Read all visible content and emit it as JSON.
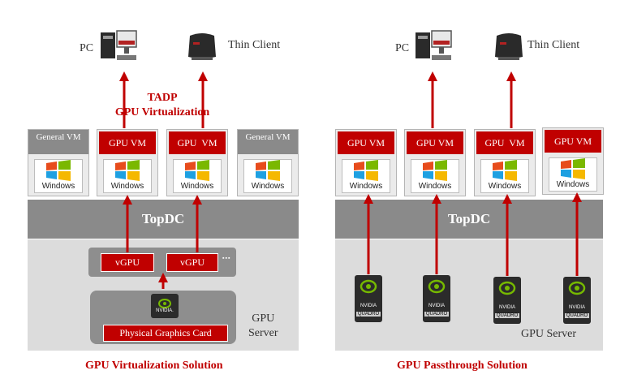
{
  "left": {
    "pc_label": "PC",
    "thin_client_label": "Thin Client",
    "tadp_title": "TADP",
    "tadp_subtitle": "GPU Virtualization",
    "vms": [
      {
        "header": "General VM",
        "os": "Windows"
      },
      {
        "header": "GPU VM",
        "os": "Windows"
      },
      {
        "header": "GPU  VM",
        "os": "Windows"
      },
      {
        "header": "General VM",
        "os": "Windows"
      }
    ],
    "topdc": "TopDC",
    "vgpus": [
      "vGPU",
      "vGPU"
    ],
    "ellipsis": "▪▪▪",
    "nvidia_label": "NVIDIA.",
    "physical_card": "Physical Graphics Card",
    "server_label_1": "GPU",
    "server_label_2": "Server",
    "caption": "GPU Virtualization Solution"
  },
  "right": {
    "pc_label": "PC",
    "thin_client_label": "Thin Client",
    "vms": [
      {
        "header": "GPU VM",
        "os": "Windows"
      },
      {
        "header": "GPU VM",
        "os": "Windows"
      },
      {
        "header": "GPU  VM",
        "os": "Windows"
      },
      {
        "header": "GPU VM",
        "os": "Windows"
      }
    ],
    "topdc": "TopDC",
    "gpu_cards": [
      {
        "brand": "NVIDIA",
        "model": "QUADRO"
      },
      {
        "brand": "NVIDIA",
        "model": "QUADRO"
      },
      {
        "brand": "NVIDIA",
        "model": "QUADRO"
      },
      {
        "brand": "NVIDIA",
        "model": "QUADRO"
      }
    ],
    "server_label": "GPU Server",
    "caption": "GPU Passthrough Solution"
  },
  "colors": {
    "accent_red": "#c00000",
    "topdc_gray": "#8a8a8a",
    "server_gray": "#dcdcdc"
  }
}
